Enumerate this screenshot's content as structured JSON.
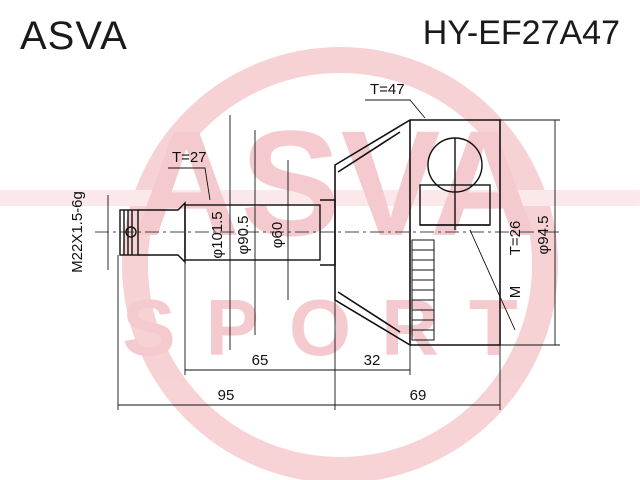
{
  "header": {
    "brand": "ASVA",
    "part_number": "HY-EF27A47"
  },
  "watermark": {
    "logo_text": "ASVA",
    "sub_text": "SPORT",
    "color": "#e8808a"
  },
  "dimensions": {
    "thread": "M22X1.5-6g",
    "teeth_shaft": "T=27",
    "teeth_outer": "T=47",
    "teeth_inner": "T=26",
    "d_101_5": "φ101.5",
    "d_90_5": "φ90.5",
    "d_60": "φ60",
    "d_94_5": "φ94.5",
    "len_65": "65",
    "len_32": "32",
    "len_95": "95",
    "len_69": "69",
    "marker": "M"
  }
}
